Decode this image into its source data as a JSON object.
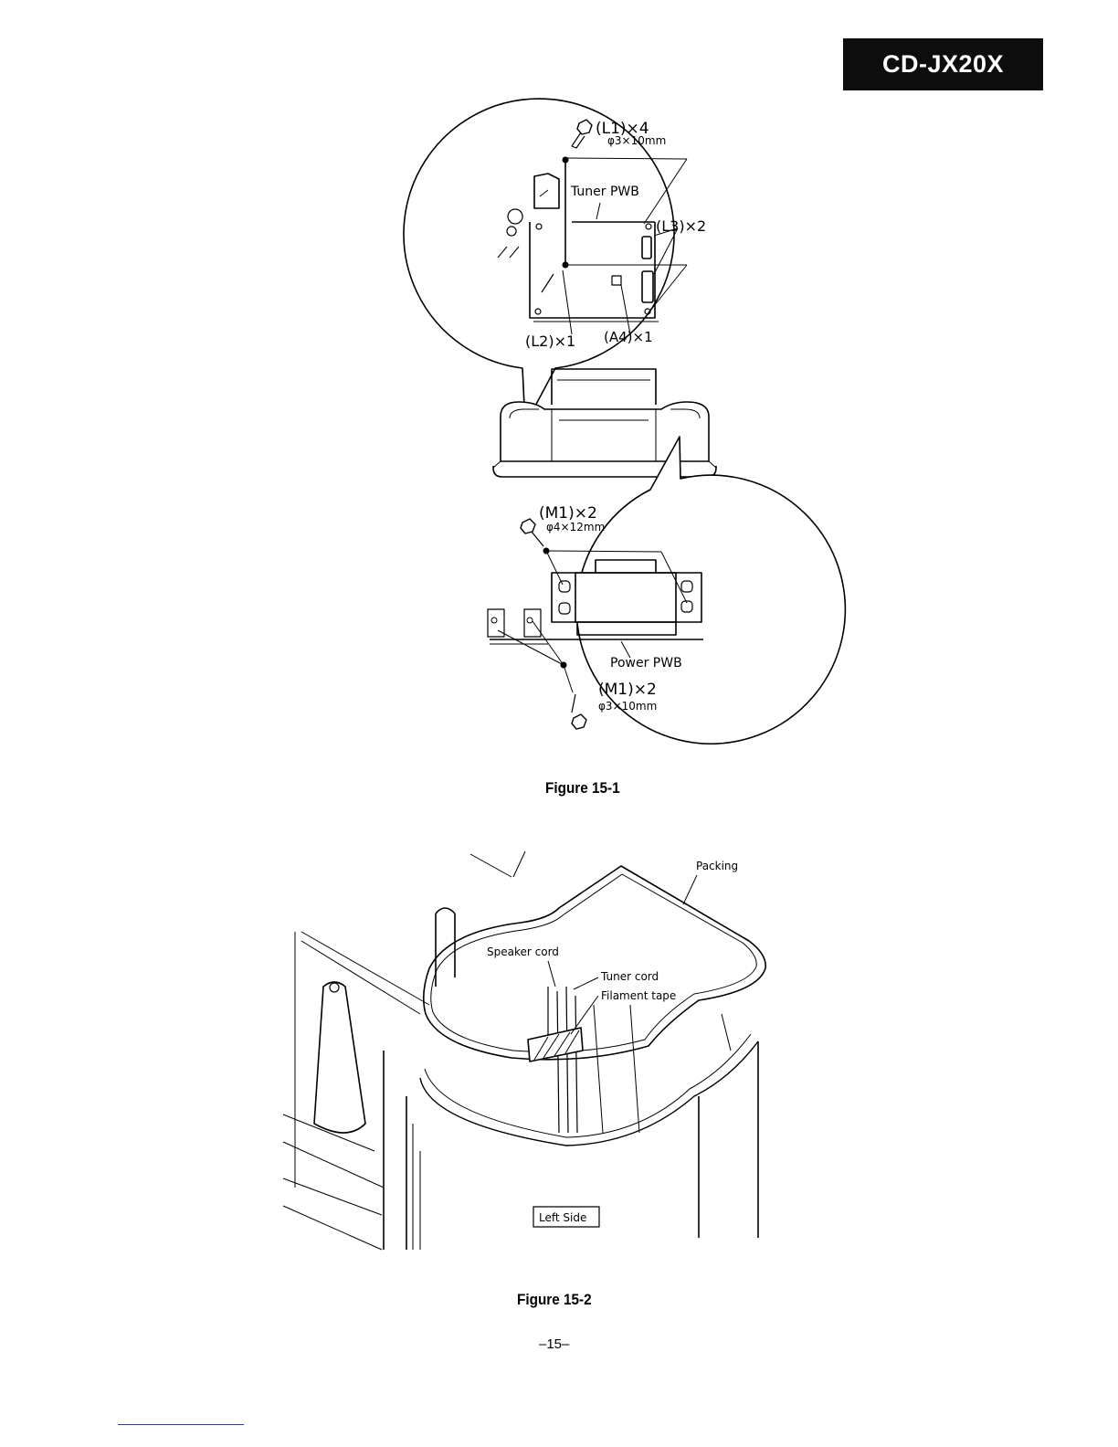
{
  "header": {
    "model": "CD-JX20X"
  },
  "figure1": {
    "caption": "Figure 15-1",
    "labels": {
      "screw_l1": "(L1)×4",
      "screw_l1_size": "φ3×10mm",
      "tuner_pwb": "Tuner PWB",
      "screw_l3": "(L3)×2",
      "screw_l2": "(L2)×1",
      "screw_a4": "(A4)×1",
      "screw_m1_top": "(M1)×2",
      "screw_m1_top_size": "φ4×12mm",
      "power_pwb": "Power PWB",
      "screw_m1_bottom": "(M1)×2",
      "screw_m1_bottom_size": "φ3×10mm"
    }
  },
  "figure2": {
    "caption": "Figure 15-2",
    "labels": {
      "packing": "Packing",
      "speaker_cord": "Speaker cord",
      "tuner_cord": "Tuner cord",
      "filament_tape": "Filament tape",
      "left_side": "Left Side"
    }
  },
  "footer": {
    "page_number": "–15–"
  }
}
